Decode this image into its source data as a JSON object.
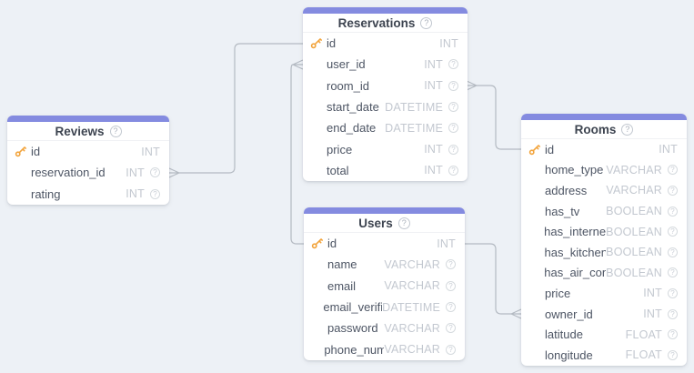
{
  "canvas": {
    "background_color": "#edf1f6",
    "relationship_line_color": "#b4bac2",
    "table_accent_bar_color": "#848be0",
    "primary_key_icon_color": "#f2a33a"
  },
  "icons": {
    "question_mark": "?"
  },
  "tables": [
    {
      "name": "Reservations",
      "columns": [
        {
          "name": "id",
          "type": "INT",
          "primary_key": true,
          "has_help_icon": false
        },
        {
          "name": "user_id",
          "type": "INT",
          "primary_key": false,
          "has_help_icon": true
        },
        {
          "name": "room_id",
          "type": "INT",
          "primary_key": false,
          "has_help_icon": true
        },
        {
          "name": "start_date",
          "type": "DATETIME",
          "primary_key": false,
          "has_help_icon": true
        },
        {
          "name": "end_date",
          "type": "DATETIME",
          "primary_key": false,
          "has_help_icon": true
        },
        {
          "name": "price",
          "type": "INT",
          "primary_key": false,
          "has_help_icon": true
        },
        {
          "name": "total",
          "type": "INT",
          "primary_key": false,
          "has_help_icon": true
        }
      ]
    },
    {
      "name": "Reviews",
      "columns": [
        {
          "name": "id",
          "type": "INT",
          "primary_key": true,
          "has_help_icon": false
        },
        {
          "name": "reservation_id",
          "type": "INT",
          "primary_key": false,
          "has_help_icon": true
        },
        {
          "name": "rating",
          "type": "INT",
          "primary_key": false,
          "has_help_icon": true
        }
      ]
    },
    {
      "name": "Users",
      "columns": [
        {
          "name": "id",
          "type": "INT",
          "primary_key": true,
          "has_help_icon": false
        },
        {
          "name": "name",
          "type": "VARCHAR",
          "primary_key": false,
          "has_help_icon": true
        },
        {
          "name": "email",
          "type": "VARCHAR",
          "primary_key": false,
          "has_help_icon": true
        },
        {
          "name": "email_verified_",
          "type": "DATETIME",
          "primary_key": false,
          "has_help_icon": true
        },
        {
          "name": "password",
          "type": "VARCHAR",
          "primary_key": false,
          "has_help_icon": true
        },
        {
          "name": "phone_numbe",
          "type": "VARCHAR",
          "primary_key": false,
          "has_help_icon": true
        }
      ]
    },
    {
      "name": "Rooms",
      "columns": [
        {
          "name": "id",
          "type": "INT",
          "primary_key": true,
          "has_help_icon": false
        },
        {
          "name": "home_type",
          "type": "VARCHAR",
          "primary_key": false,
          "has_help_icon": true
        },
        {
          "name": "address",
          "type": "VARCHAR",
          "primary_key": false,
          "has_help_icon": true
        },
        {
          "name": "has_tv",
          "type": "BOOLEAN",
          "primary_key": false,
          "has_help_icon": true
        },
        {
          "name": "has_internet",
          "type": "BOOLEAN",
          "primary_key": false,
          "has_help_icon": true
        },
        {
          "name": "has_kitchen",
          "type": "BOOLEAN",
          "primary_key": false,
          "has_help_icon": true
        },
        {
          "name": "has_air_con",
          "type": "BOOLEAN",
          "primary_key": false,
          "has_help_icon": true
        },
        {
          "name": "price",
          "type": "INT",
          "primary_key": false,
          "has_help_icon": true
        },
        {
          "name": "owner_id",
          "type": "INT",
          "primary_key": false,
          "has_help_icon": true
        },
        {
          "name": "latitude",
          "type": "FLOAT",
          "primary_key": false,
          "has_help_icon": true
        },
        {
          "name": "longitude",
          "type": "FLOAT",
          "primary_key": false,
          "has_help_icon": true
        }
      ]
    }
  ],
  "relations": [
    {
      "from": "Reviews.reservation_id",
      "to": "Reservations.id",
      "many_side": "Reviews"
    },
    {
      "from": "Reservations.user_id",
      "to": "Users.id",
      "many_side": "Reservations"
    },
    {
      "from": "Reservations.room_id",
      "to": "Rooms.id",
      "many_side": "Reservations"
    },
    {
      "from": "Rooms.owner_id",
      "to": "Users.id",
      "many_side": "Rooms"
    }
  ]
}
